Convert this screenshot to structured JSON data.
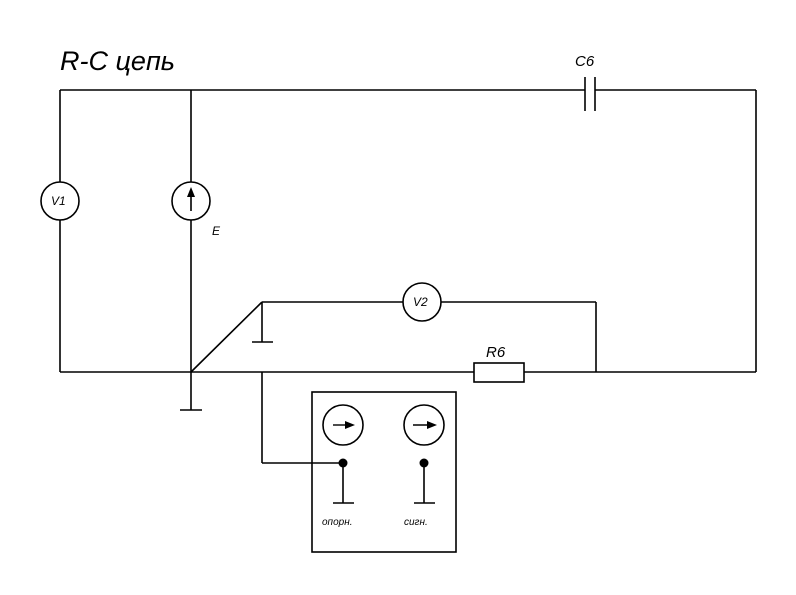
{
  "title": "R-C цепь",
  "capacitor": {
    "label": "C6"
  },
  "resistor": {
    "label": "R6"
  },
  "voltmeter_1": {
    "label": "V1"
  },
  "voltmeter_2": {
    "label": "V2"
  },
  "source": {
    "label": "E"
  },
  "panel": {
    "reference_label": "опорн.",
    "signal_label": "сигн."
  }
}
